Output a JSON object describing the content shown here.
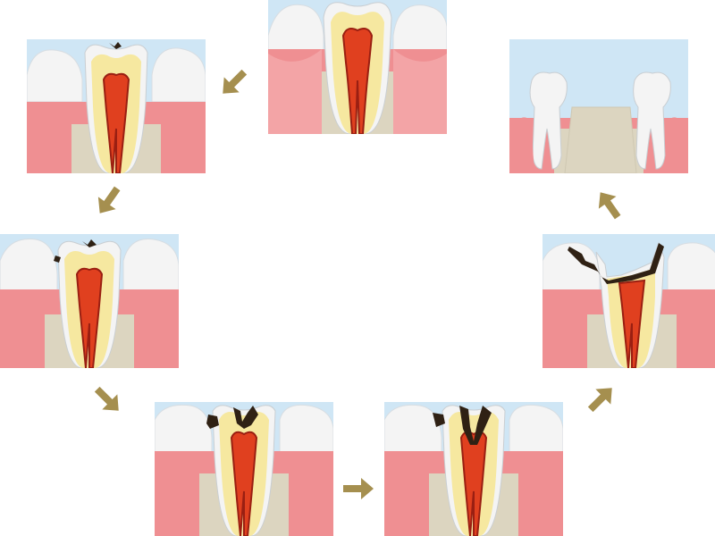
{
  "diagram": {
    "type": "dental-caries-progression-cycle",
    "stages": [
      {
        "id": "healthy",
        "lesion": "none"
      },
      {
        "id": "enamel-caries",
        "lesion": "small-spot"
      },
      {
        "id": "enamel-caries-progressing",
        "lesion": "spot-and-side"
      },
      {
        "id": "dentin-caries",
        "lesion": "cavity-into-dentin"
      },
      {
        "id": "pulp-caries",
        "lesion": "cavity-reaching-pulp"
      },
      {
        "id": "crown-destroyed",
        "lesion": "root-remains"
      },
      {
        "id": "tooth-lost",
        "lesion": "extracted"
      }
    ],
    "arrow_direction": "counter-clockwise",
    "colors": {
      "background_sky": "#cfe6f5",
      "gum": "#ef8f92",
      "gum_dark": "#d9686d",
      "bone": "#dcd5c0",
      "enamel": "#f4f4f4",
      "dentin": "#f6e8a0",
      "pulp": "#e0401f",
      "pulp_outline": "#9a1f12",
      "decay": "#2f2114",
      "arrow": "#a58f4f"
    }
  }
}
